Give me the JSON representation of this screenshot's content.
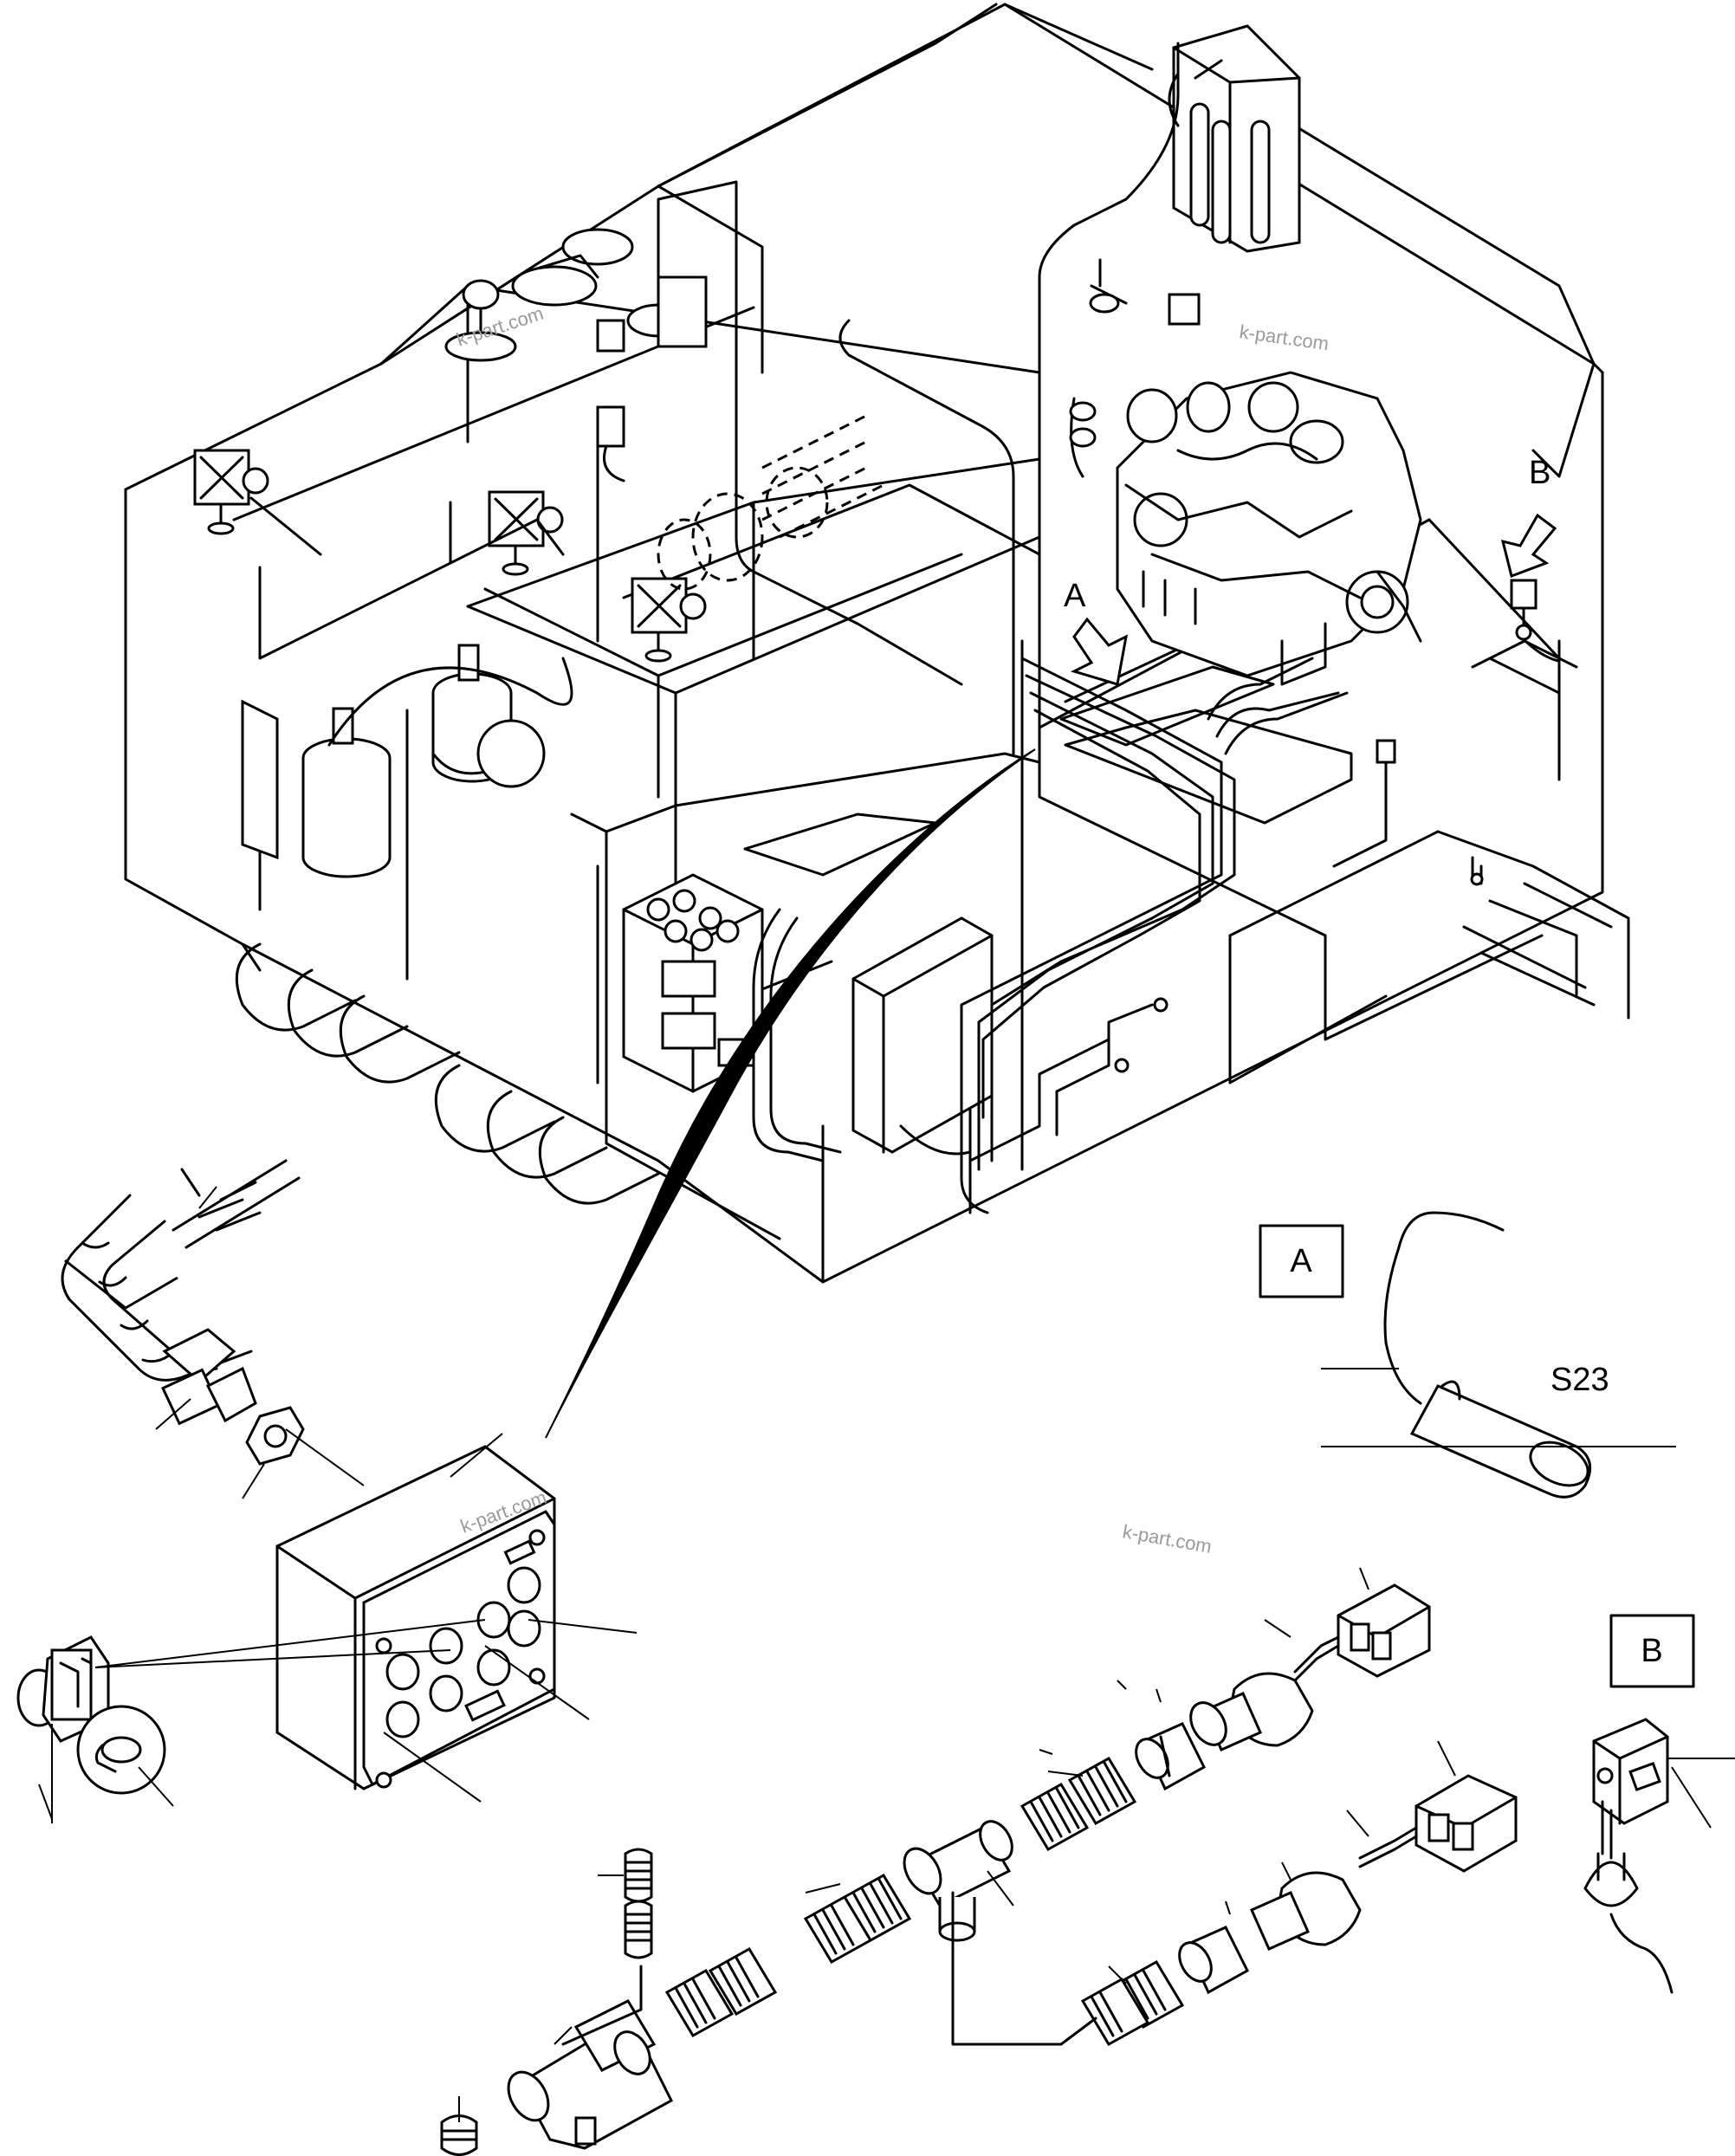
{
  "watermark": "k-part.com",
  "views": {
    "a": {
      "label": "A"
    },
    "b": {
      "label": "B"
    }
  },
  "callouts": {
    "a": "A",
    "b": "B"
  },
  "components": {
    "sensor": "S23"
  }
}
